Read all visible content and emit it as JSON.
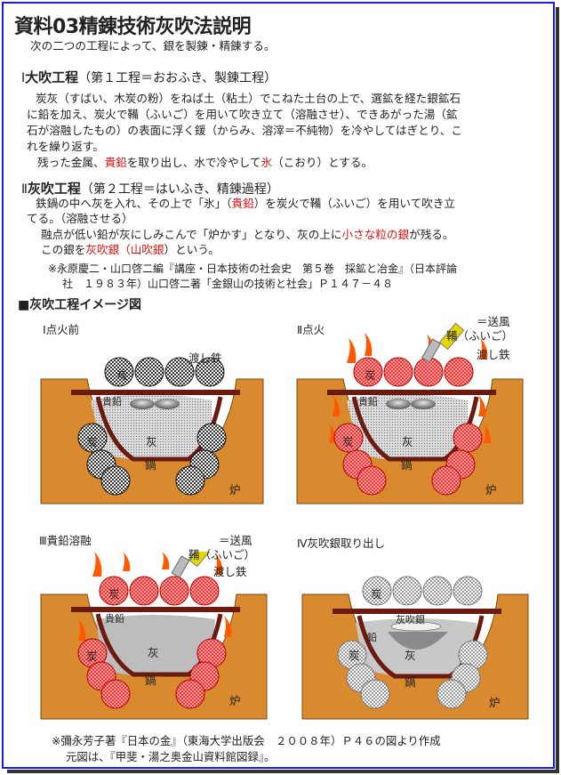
{
  "title": "資料03精錬技術灰吹法説明",
  "intro": "次の二つの工程によって、銀を製錬・精錬する。",
  "step1": {
    "num": "Ⅰ",
    "name": "大吹工程",
    "sub": "（第１工程＝おおふき、製錬工程）",
    "line1": "炭灰（すばい、木炭の粉）をねば土（粘土）でこねた土台の上で、選鉱を経た銀鉱石",
    "line2": "に鉛を加え、炭火で鞴（ふいご）を用いて吹き立て（溶融させ）、できあがった湯（鉱",
    "line3": "石が溶融したもの）の表面に浮く鍰（からみ、溶滓＝不純物）を冷やしてはぎとり、こ",
    "line4": "れを繰り返す。",
    "line5a": "残った金属、",
    "line5b": "貴鉛",
    "line5c": "を取り出し、水で冷やして",
    "line5d": "氷",
    "line5e": "（こおり）とする。"
  },
  "step2": {
    "num": "Ⅱ",
    "name": "灰吹工程",
    "sub": "（第２工程＝はいふき、精錬過程）",
    "line1a": "鉄鍋の中へ灰を入れ、その上で「氷」（",
    "line1b": "貴鉛",
    "line1c": "）を炭火で鞴（ふいご）を用いて吹き立",
    "line2": "てる。（溶融させる）",
    "line3a": "融点が低い鉛が灰にしみこんで「炉かす」となり、灰の上に",
    "line3b": "小さな粒の銀",
    "line3c": "が残る。",
    "line4a": "この銀を",
    "line4b": "灰吹銀",
    "line4c": "（",
    "line4d": "山吹銀",
    "line4e": "）という。"
  },
  "ref1": "※永原慶二・山口啓二編『講座・日本技術の社会史　第５巻　採鉱と冶金』（日本評論",
  "ref2": "社　１９８３年）山口啓二著「金銀山の技術と社会」Ｐ１４７－４８",
  "section": "■灰吹工程イメージ図",
  "panels": {
    "p1": {
      "title": "Ⅰ点火前",
      "tetsu": "渡し鉄",
      "sumi": "炭",
      "kien": "貴鉛",
      "hai": "灰",
      "nabe": "鍋",
      "ro": "炉"
    },
    "p2": {
      "title": "Ⅱ点火",
      "soufu": "＝送風",
      "fuigo": "鞴（ふいご）",
      "tetsu": "渡し鉄",
      "sumi": "炭",
      "kien": "貴鉛",
      "hai": "灰",
      "nabe": "鍋",
      "ro": "炉"
    },
    "p3": {
      "title": "Ⅲ貴鉛溶融",
      "soufu": "＝送風",
      "fuigo": "鞴（ふいご）",
      "tetsu": "渡し鉄",
      "sumi": "炭",
      "kien": "貴鉛",
      "hai": "灰",
      "nabe": "鍋",
      "ro": "炉"
    },
    "p4": {
      "title": "Ⅳ灰吹銀取り出し",
      "sumi": "炭",
      "haifukigin": "灰吹銀",
      "namari": "鉛",
      "hai": "灰",
      "nabe": "鍋",
      "ro": "炉"
    }
  },
  "foot1": "※彌永芳子著『日本の金』（東海大学出版会　２００８年）Ｐ４６の図より作成",
  "foot2": "元図は、『甲斐・湯之奥金山資料館図録』。",
  "colors": {
    "border": "#1c1cdc",
    "furnace": "#d98a2e",
    "bar": "#6b1a10",
    "ember": "#ee1111",
    "flame": "#ff5a00",
    "text_red": "#e01010"
  }
}
